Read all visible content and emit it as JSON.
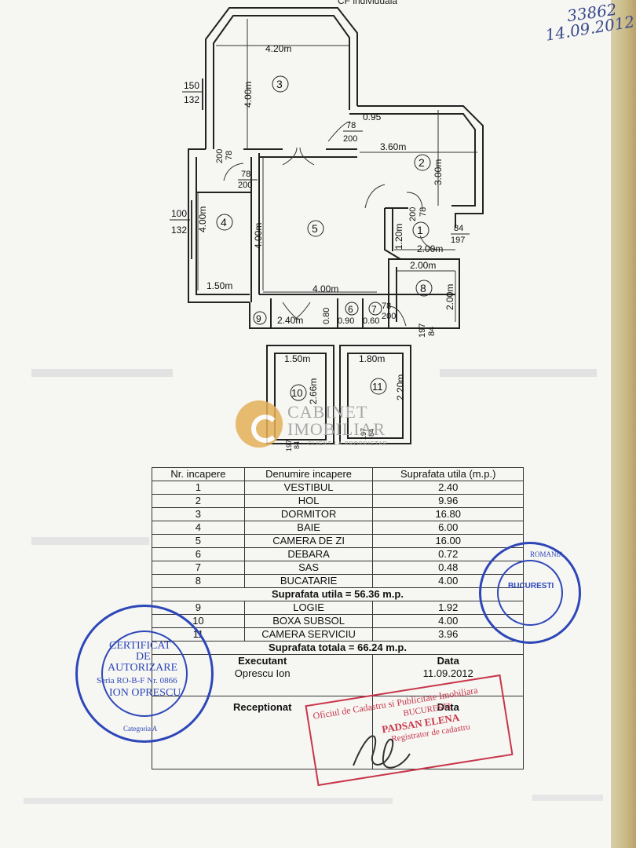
{
  "document": {
    "header_partial": "CF individuala",
    "handwritten_number": "33862",
    "handwritten_date": "14.09.2012"
  },
  "plan": {
    "rooms": [
      "1",
      "2",
      "3",
      "4",
      "5",
      "6",
      "7",
      "8",
      "9",
      "10",
      "11"
    ],
    "dims": {
      "d420": "4.20m",
      "d150": "150",
      "d132a": "132",
      "d400_3": "4.00m",
      "d095": "0.95",
      "d78a": "78",
      "d200a": "200",
      "d360": "3.60m",
      "d300": "3.00m",
      "d200c": "200",
      "d78c": "78",
      "d78b": "78",
      "d200b": "200",
      "d200d": "200",
      "d78d": "78",
      "d84a": "84",
      "d197a": "197",
      "d100": "100",
      "d132b": "132",
      "d400_4": "4.00m",
      "d400_5": "4.00m",
      "d120": "1.20m",
      "d200_1": "2.00m",
      "d200_8a": "2.00m",
      "d200_8b": "2.00m",
      "d150_4": "1.50m",
      "d400_5h": "4.00m",
      "d240": "2.40m",
      "d080": "0.80",
      "d090": "0.90",
      "d060": "0.60",
      "d78e": "78",
      "d200e": "200",
      "d84b": "84",
      "d197b": "197",
      "d150_10": "1.50m",
      "d266": "2.66m",
      "d180": "1.80m",
      "d220": "2.20m",
      "d197c": "197",
      "d84c": "84",
      "d197d": "197",
      "d84d": "84"
    }
  },
  "watermark": {
    "line1": "CABINET",
    "line2": "IMOBILIAR",
    "tagline": "CLIENT LA PROPRIETAR"
  },
  "table": {
    "headers": [
      "Nr. incapere",
      "Denumire incapere",
      "Suprafata utila (m.p.)"
    ],
    "rows_a": [
      {
        "nr": "1",
        "name": "VESTIBUL",
        "area": "2.40"
      },
      {
        "nr": "2",
        "name": "HOL",
        "area": "9.96"
      },
      {
        "nr": "3",
        "name": "DORMITOR",
        "area": "16.80"
      },
      {
        "nr": "4",
        "name": "BAIE",
        "area": "6.00"
      },
      {
        "nr": "5",
        "name": "CAMERA DE ZI",
        "area": "16.00"
      },
      {
        "nr": "6",
        "name": "DEBARA",
        "area": "0.72"
      },
      {
        "nr": "7",
        "name": "SAS",
        "area": "0.48"
      },
      {
        "nr": "8",
        "name": "BUCATARIE",
        "area": "4.00"
      }
    ],
    "subtotal": "Suprafata utila = 56.36 m.p.",
    "rows_b": [
      {
        "nr": "9",
        "name": "LOGIE",
        "area": "1.92"
      },
      {
        "nr": "10",
        "name": "BOXA SUBSOL",
        "area": "4.00"
      },
      {
        "nr": "11",
        "name": "CAMERA SERVICIU",
        "area": "3.96"
      }
    ],
    "total": "Suprafata totala = 66.24 m.p.",
    "executant_label": "Executant",
    "data_label": "Data",
    "executant_name": "Oprescu Ion",
    "executant_date": "11.09.2012",
    "receptionat_label": "Receptionat",
    "data_label2": "Data"
  },
  "stamps": {
    "authorization": {
      "line1": "CERTIFICAT",
      "line2": "DE",
      "line3": "AUTORIZARE",
      "line4": "Seria RO-B-F  Nr. 0866",
      "line5": "ION OPRESCU",
      "bottom": "Categoria A"
    },
    "agency": {
      "top": "ROMANIA",
      "center": "BUCURESTI"
    },
    "oficiu": {
      "line1": "Oficiul de Cadastru si Publicitate Imobiliara",
      "line2": "BUCURESTI",
      "line3": "PADSAN ELENA",
      "line4": "Registrator de cadastru"
    }
  },
  "colors": {
    "stamp_blue": "#2e47b8",
    "stamp_red": "#c8364a",
    "watermark_gold": "#e4b058"
  }
}
